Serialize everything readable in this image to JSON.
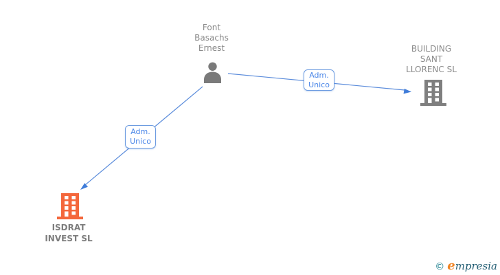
{
  "diagram": {
    "person": {
      "name": "Font\nBasachs\nErnest"
    },
    "companies": [
      {
        "name": "BUILDING\nSANT\nLLORENC SL"
      },
      {
        "name": "ISDRAT\nINVEST SL"
      }
    ],
    "edges": [
      {
        "from": "Font Basachs Ernest",
        "to": "BUILDING SANT LLORENC SL",
        "label": "Adm.\nUnico"
      },
      {
        "from": "Font Basachs Ernest",
        "to": "ISDRAT INVEST SL",
        "label": "Adm.\nUnico"
      }
    ],
    "colors": {
      "edge_blue": "#5b8cdb",
      "arrow_blue": "#3f7cd9",
      "label_border": "#6c9be0",
      "label_text": "#4a86e8",
      "person_gray": "#7a7a7a",
      "building_gray": "#7f7f7f",
      "building_orange": "#f4673c",
      "name_text": "#8a8a8a",
      "highlight_text": "#7d7d7d"
    }
  },
  "watermark": {
    "copyright": "©",
    "brand_initial": "e",
    "brand_rest": "mpresia"
  }
}
